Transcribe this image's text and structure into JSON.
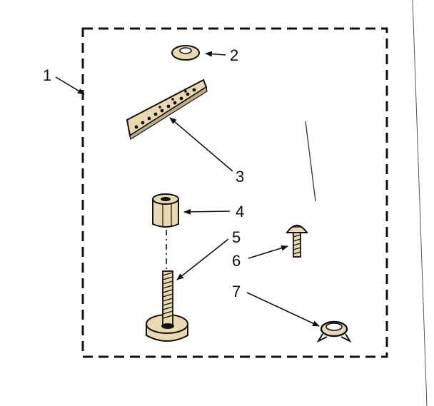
{
  "diagram": {
    "callouts": {
      "kit": "1",
      "washer": "2",
      "strap": "3",
      "nut": "4",
      "leveling_leg": "5",
      "screw": "6",
      "clip": "7"
    }
  }
}
